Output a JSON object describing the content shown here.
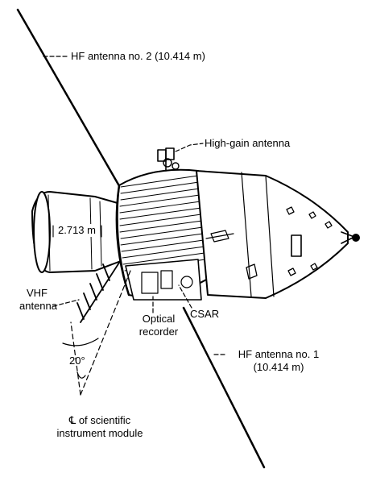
{
  "labels": {
    "hf_antenna_2": "HF antenna no. 2 (10.414 m)",
    "high_gain": "High-gain antenna",
    "dimension": "2.713 m",
    "vhf_line1": "VHF",
    "vhf_line2": "antenna",
    "optical_line1": "Optical",
    "optical_line2": "recorder",
    "csar": "CSAR",
    "hf_antenna_1_line1": "HF antenna no. 1",
    "hf_antenna_1_line2": "(10.414 m)",
    "angle": "20°",
    "centerline_line1": "℄ of scientific",
    "centerline_line2": "instrument module"
  }
}
